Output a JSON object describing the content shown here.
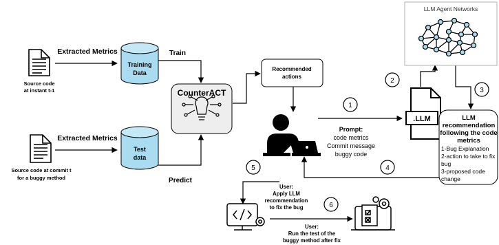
{
  "labels": {
    "extracted_metrics_top": "Extracted Metrics",
    "extracted_metrics_bottom": "Extracted Metrics",
    "train": "Train",
    "predict": "Predict",
    "source_code_top_1": "Source code",
    "source_code_top_2": "at instant t-1",
    "source_code_bottom_1": "Source code at commit t",
    "source_code_bottom_2": "for a buggy method",
    "training_data_1": "Training",
    "training_data_2": "Data",
    "test_data_1": "Test",
    "test_data_2": "data",
    "counteract": "CounterACT",
    "recommended_1": "Recommended",
    "recommended_2": "actions",
    "llm_networks": "LLM Agent Networks",
    "llm_file": ".LLM",
    "prompt_title": "Prompt:",
    "prompt_1": "code metrics",
    "prompt_2": "Commit message",
    "prompt_3": "buggy code",
    "rec_title_1": "LLM",
    "rec_title_2": "recommendation",
    "rec_title_3": "following the code",
    "rec_title_4": "metrics",
    "rec_1": "1-Bug Explanation",
    "rec_2a": "2-action to take to fix",
    "rec_2b": "bug",
    "rec_3a": "3-proposed code",
    "rec_3b": "change",
    "user_apply_1": "User:",
    "user_apply_2": "Apply LLM",
    "user_apply_3": "recommendation",
    "user_apply_4": "to fix the bug",
    "user_run_1": "User:",
    "user_run_2": "Run the test  of the",
    "user_run_3": "buggy method after fix"
  },
  "steps": [
    "1",
    "2",
    "3",
    "4",
    "5",
    "6"
  ]
}
